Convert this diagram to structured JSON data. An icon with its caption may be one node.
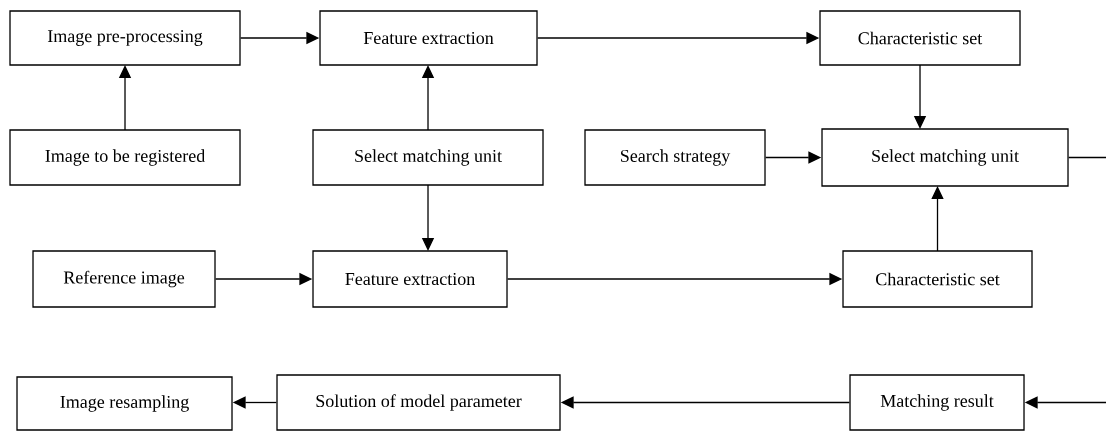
{
  "diagram": {
    "nodes": [
      {
        "text": [
          "Image pre-processing"
        ]
      },
      {
        "text": [
          "Feature extraction"
        ]
      },
      {
        "text": [
          "Characteristic set"
        ]
      },
      {
        "text": [
          "Image to be registered"
        ]
      },
      {
        "text": [
          "Select matching unit"
        ]
      },
      {
        "text": [
          "Search strategy"
        ]
      },
      {
        "text": [
          "Select matching unit"
        ]
      },
      {
        "text": [
          "Reference image"
        ]
      },
      {
        "text": [
          "Feature extraction"
        ]
      },
      {
        "text": [
          "Characteristic set"
        ]
      },
      {
        "text": [
          "Image resampling"
        ]
      },
      {
        "text": [
          "Solution of model parameter"
        ]
      },
      {
        "text": [
          "Matching result"
        ]
      }
    ],
    "edges": [
      {
        "from": 0,
        "to": 1,
        "arrow": "to"
      },
      {
        "from": 1,
        "to": 2,
        "arrow": "to"
      },
      {
        "from": 3,
        "to": 0,
        "arrow": "to"
      },
      {
        "from": 4,
        "to": 1,
        "arrow": "to"
      },
      {
        "from": 4,
        "to": 8,
        "arrow": "to"
      },
      {
        "from": 2,
        "to": 6,
        "arrow": "to"
      },
      {
        "from": 5,
        "to": 6,
        "arrow": "to"
      },
      {
        "from": 7,
        "to": 8,
        "arrow": "to"
      },
      {
        "from": 8,
        "to": 9,
        "arrow": "to"
      },
      {
        "from": 9,
        "to": 6,
        "arrow": "to"
      },
      {
        "from": 6,
        "to": null,
        "arrow": "none"
      },
      {
        "from": null,
        "to": 12,
        "arrow": "to"
      },
      {
        "from": 12,
        "to": 11,
        "arrow": "to"
      },
      {
        "from": 11,
        "to": 10,
        "arrow": "to"
      }
    ]
  }
}
